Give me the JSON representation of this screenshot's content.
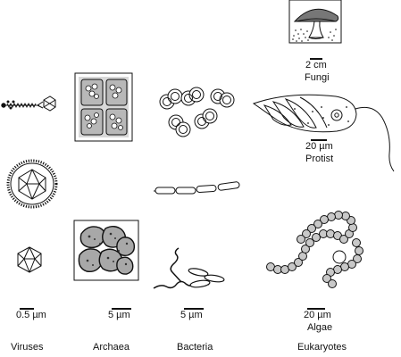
{
  "columns": {
    "viruses": "Viruses",
    "archaea": "Archaea",
    "bacteria": "Bacteria",
    "eukaryotes": "Eukaryotes"
  },
  "scales": {
    "viruses": "0.5 µm",
    "archaea": "5 µm",
    "bacteria": "5 µm",
    "algae": "20 µm",
    "protist": "20 µm",
    "fungi": "2 cm"
  },
  "organisms": {
    "algae": "Algae",
    "protist": "Protist",
    "fungi": "Fungi"
  }
}
